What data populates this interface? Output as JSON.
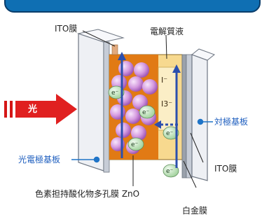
{
  "labels": {
    "ito_top": "ITO膜",
    "electrolyte": "電解質液",
    "light": "光",
    "counter_substrate": "対極基板",
    "photo_substrate": "光電極基板",
    "ito_right": "ITO膜",
    "dye_zno": "色素担持酸化物多孔膜 ZnO",
    "platinum": "白金膜",
    "iodide": "I⁻",
    "triiodide": "I3⁻",
    "electron": "e⁻"
  },
  "colors": {
    "banner": "#0f6fb3",
    "arrow_light": "#e02020",
    "substrate_glass": "#eef0f4",
    "ito_layer": "#c6ccd6",
    "electrolyte": "#f2c46a",
    "dye_bg": "#e17a14",
    "ball": "#cf8fd8",
    "electron": "#b9e3b4",
    "callout": "#1f74c7"
  }
}
